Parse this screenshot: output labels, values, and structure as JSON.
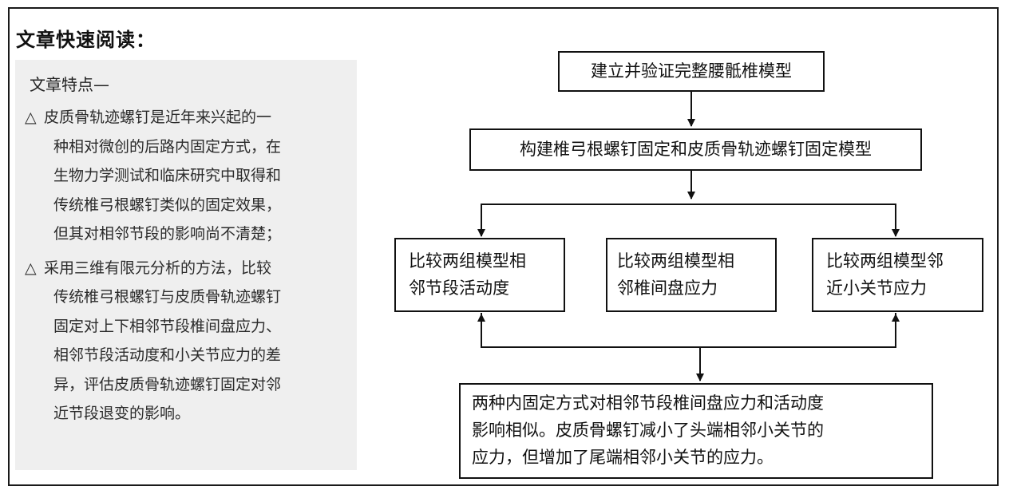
{
  "title": "文章快速阅读：",
  "features": {
    "heading": "文章特点—",
    "bullets": [
      {
        "mark": "△",
        "lines": [
          "皮质骨轨迹螺钉是近年来兴起的一",
          "种相对微创的后路内固定方式，在",
          "生物力学测试和临床研究中取得和",
          "传统椎弓根螺钉类似的固定效果，",
          "但其对相邻节段的影响尚不清楚；"
        ]
      },
      {
        "mark": "△",
        "lines": [
          "采用三维有限元分析的方法，比较",
          "传统椎弓根螺钉与皮质骨轨迹螺钉",
          "固定对上下相邻节段椎间盘应力、",
          "相邻节段活动度和小关节应力的差",
          "异，评估皮质骨轨迹螺钉固定对邻",
          "近节段退变的影响。"
        ]
      }
    ]
  },
  "flowchart": {
    "step1": "建立并验证完整腰骶椎模型",
    "step2": "构建椎弓根螺钉固定和皮质骨轨迹螺钉固定模型",
    "branches": [
      {
        "lines": [
          "比较两组模型相",
          "邻节段活动度"
        ]
      },
      {
        "lines": [
          "比较两组模型相",
          "邻椎间盘应力"
        ]
      },
      {
        "lines": [
          "比较两组模型邻",
          "近小关节应力"
        ]
      }
    ],
    "conclusion": {
      "lines": [
        "两种内固定方式对相邻节段椎间盘应力和活动度",
        "影响相似。皮质骨螺钉减小了头端相邻小关节的",
        "应力，但增加了尾端相邻小关节的应力。"
      ]
    }
  }
}
